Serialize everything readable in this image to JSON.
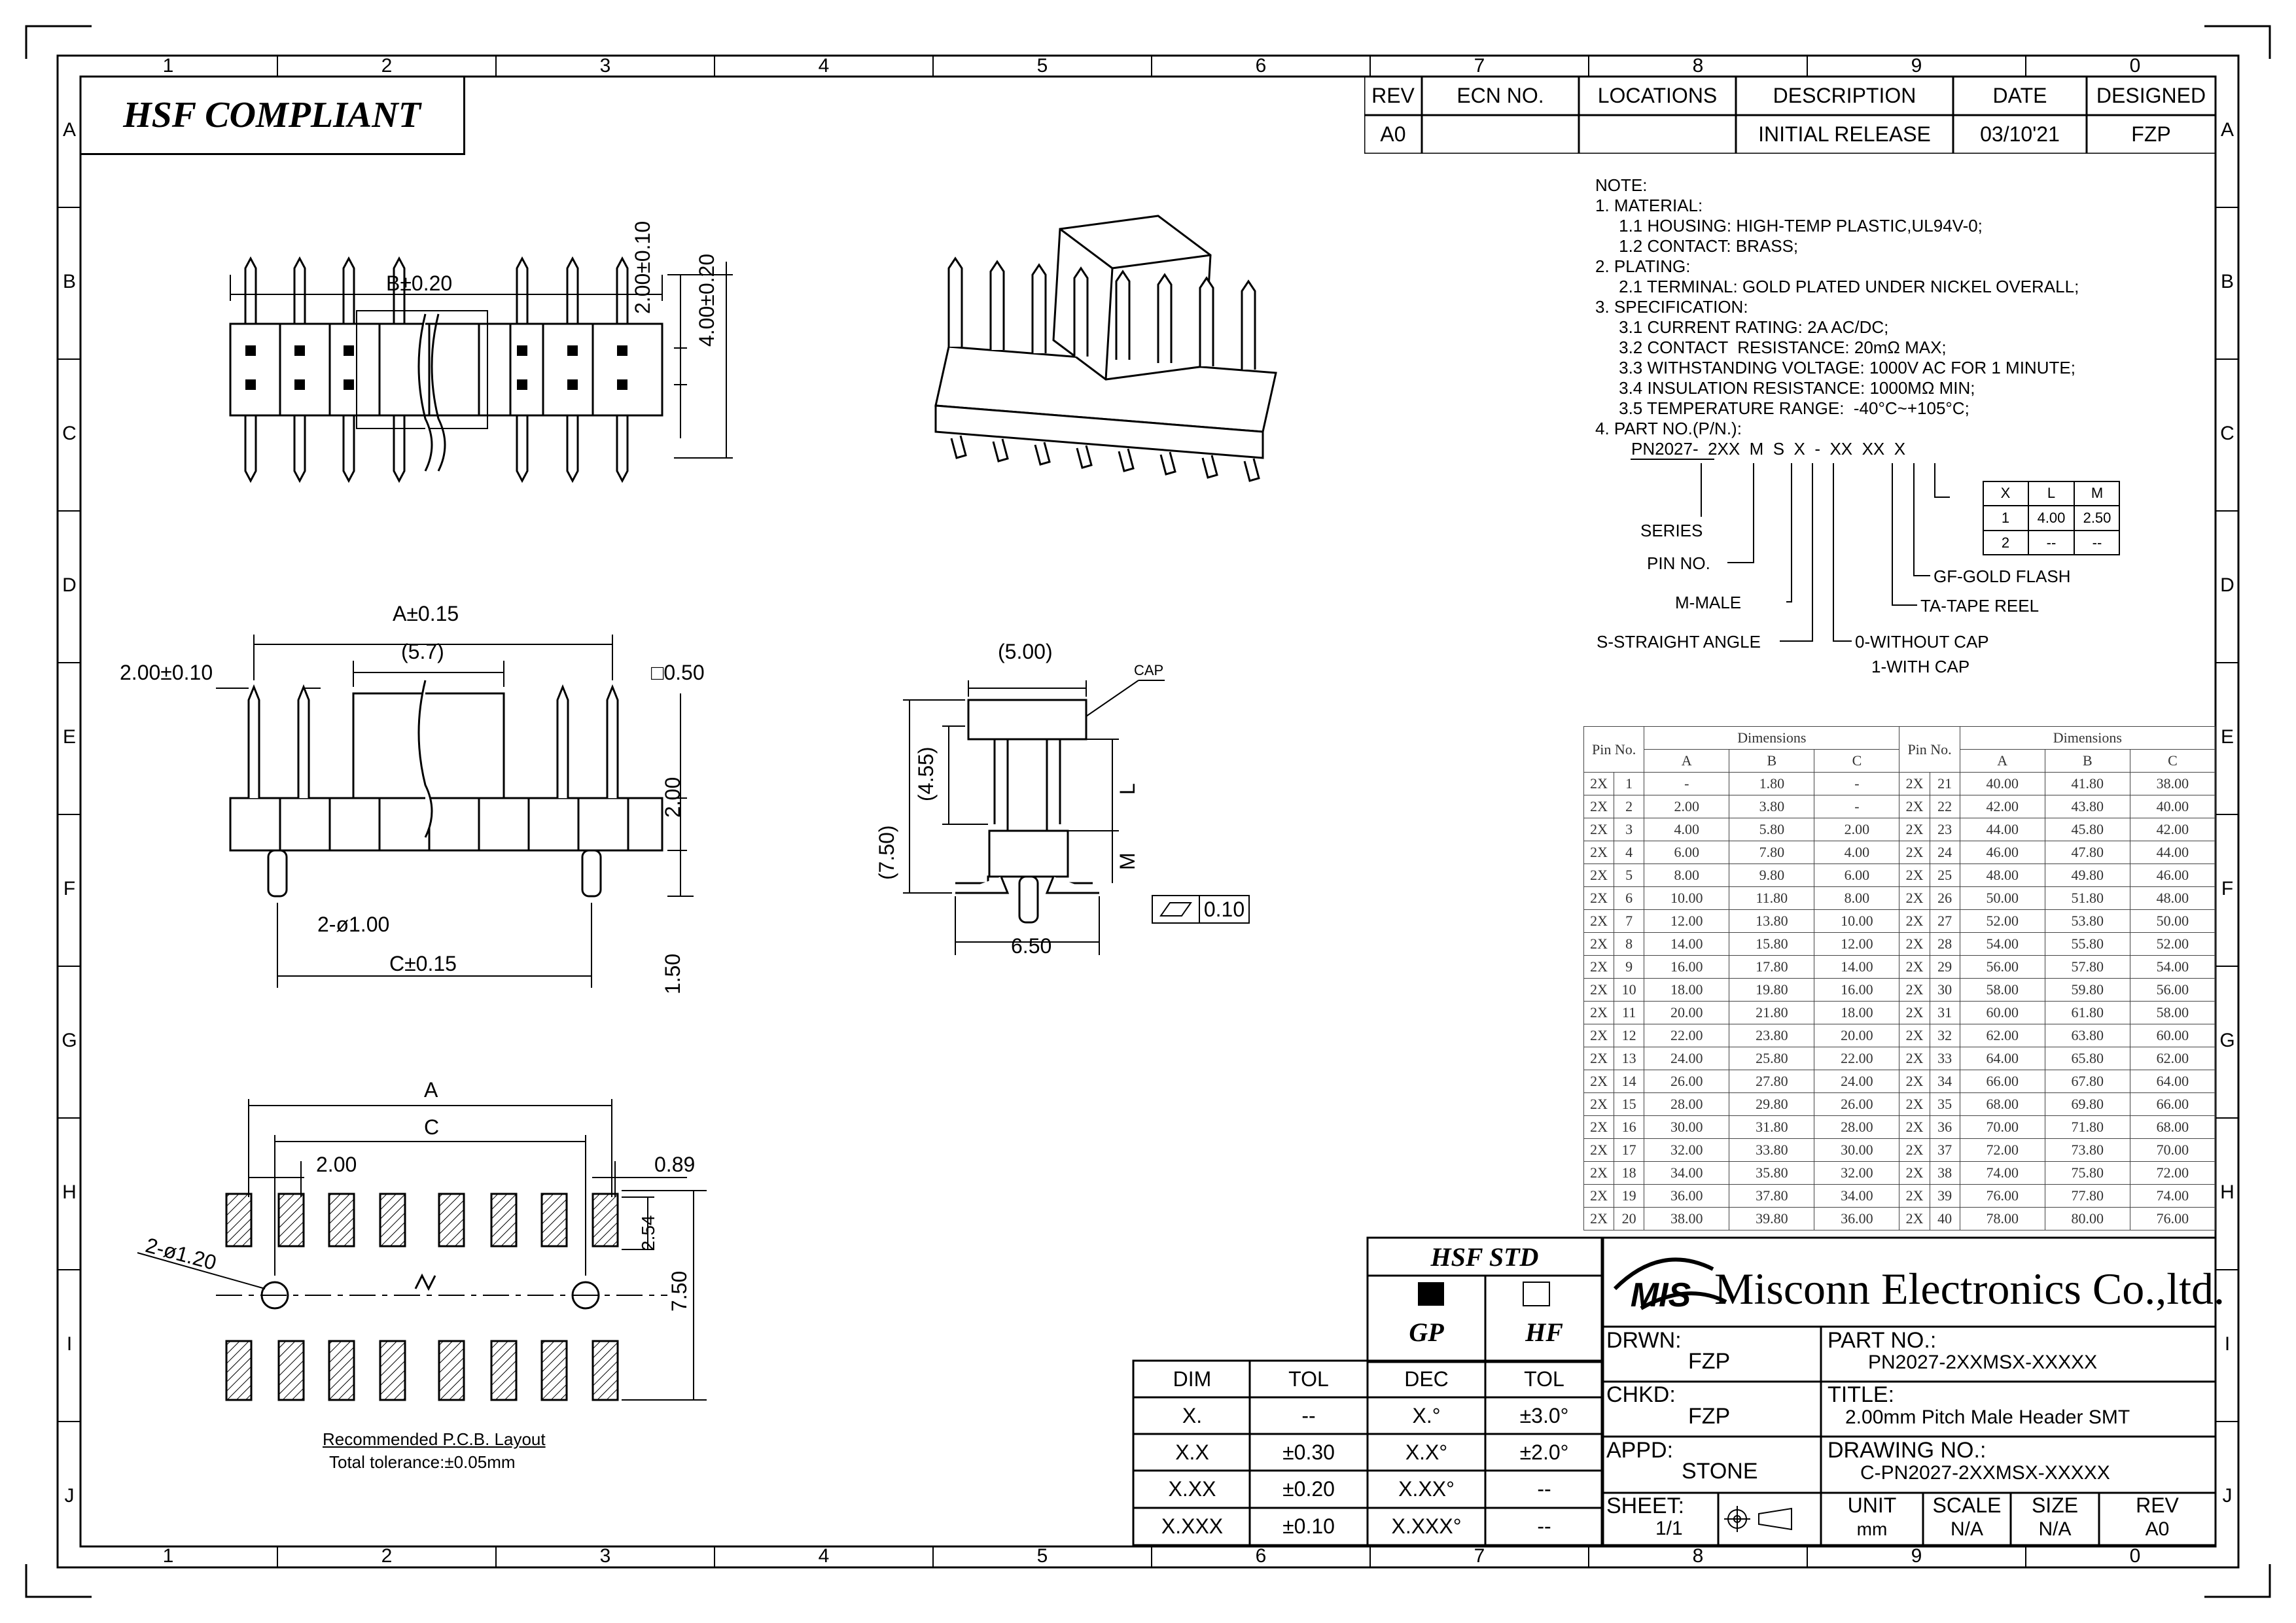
{
  "zones": {
    "cols_top": [
      "1",
      "2",
      "3",
      "4",
      "5",
      "6",
      "7",
      "8",
      "9",
      "0"
    ],
    "cols_bottom": [
      "1",
      "2",
      "3",
      "4",
      "5",
      "6",
      "7",
      "8",
      "9",
      "0"
    ],
    "rows": [
      "A",
      "B",
      "C",
      "D",
      "E",
      "F",
      "G",
      "H",
      "I",
      "J"
    ]
  },
  "compliance": "HSF  COMPLIANT",
  "revision_table": {
    "headers": [
      "REV",
      "ECN NO.",
      "LOCATIONS",
      "DESCRIPTION",
      "DATE",
      "DESIGNED"
    ],
    "row": [
      "A0",
      "",
      "",
      "INITIAL RELEASE",
      "03/10'21",
      "FZP"
    ]
  },
  "notes": [
    "NOTE:",
    "1. MATERIAL:",
    "     1.1 HOUSING: HIGH-TEMP PLASTIC,UL94V-0;",
    "     1.2 CONTACT: BRASS;",
    "2. PLATING:",
    "     2.1 TERMINAL: GOLD PLATED UNDER NICKEL OVERALL;",
    "3. SPECIFICATION:",
    "     3.1 CURRENT RATING: 2A AC/DC;",
    "     3.2 CONTACT  RESISTANCE: 20mΩ MAX;",
    "     3.3 WITHSTANDING VOLTAGE: 1000V AC FOR 1 MINUTE;",
    "     3.4 INSULATION RESISTANCE: 1000MΩ MIN;",
    "     3.5 TEMPERATURE RANGE:  -40°C~+105°C;",
    "4. PART NO.(P/N.):"
  ],
  "part_code": {
    "code": "PN2027-  2XX  M  S  X  -  XX  XX  X",
    "series": "SERIES",
    "pin_no": "PIN NO.",
    "male": "M-MALE",
    "straight": "S-STRAIGHT ANGLE",
    "cap0": "0-WITHOUT CAP",
    "cap1": "1-WITH CAP",
    "tape": "TA-TAPE REEL",
    "gold": "GF-GOLD FLASH",
    "mini_table": {
      "headers": [
        "X",
        "L",
        "M"
      ],
      "rows": [
        [
          "1",
          "4.00",
          "2.50"
        ],
        [
          "2",
          "--",
          "--"
        ]
      ]
    }
  },
  "dims_top": {
    "b": "B±0.20",
    "v1": "2.00±0.10",
    "v2": "4.00±0.20"
  },
  "dims_front": {
    "a": "A±0.15",
    "p": "(5.7)",
    "pitch": "2.00±0.10",
    "sq": "□0.50",
    "h": "2.00",
    "tail": "1.50",
    "holes": "2-ø1.00",
    "c": "C±0.15"
  },
  "dims_side": {
    "w": "(5.00)",
    "cap": "CAP",
    "h1": "(7.50)",
    "h2": "(4.55)",
    "l": "L",
    "m": "M",
    "flat": "0.10",
    "base": "6.50"
  },
  "dims_pcb": {
    "a": "A",
    "c": "C",
    "pitch": "2.00",
    "pad": "0.89",
    "holes": "2-ø1.20",
    "pad_len": "2.54",
    "row": "7.50",
    "caption1": "Recommended P.C.B. Layout",
    "caption2": "Total tolerance:±0.05mm"
  },
  "dimensions_table": {
    "pin_header": "Pin No.",
    "dim_header": "Dimensions",
    "sub": [
      "A",
      "B",
      "C"
    ],
    "left": [
      [
        "2X",
        "1",
        "-",
        "1.80",
        "-"
      ],
      [
        "2X",
        "2",
        "2.00",
        "3.80",
        "-"
      ],
      [
        "2X",
        "3",
        "4.00",
        "5.80",
        "2.00"
      ],
      [
        "2X",
        "4",
        "6.00",
        "7.80",
        "4.00"
      ],
      [
        "2X",
        "5",
        "8.00",
        "9.80",
        "6.00"
      ],
      [
        "2X",
        "6",
        "10.00",
        "11.80",
        "8.00"
      ],
      [
        "2X",
        "7",
        "12.00",
        "13.80",
        "10.00"
      ],
      [
        "2X",
        "8",
        "14.00",
        "15.80",
        "12.00"
      ],
      [
        "2X",
        "9",
        "16.00",
        "17.80",
        "14.00"
      ],
      [
        "2X",
        "10",
        "18.00",
        "19.80",
        "16.00"
      ],
      [
        "2X",
        "11",
        "20.00",
        "21.80",
        "18.00"
      ],
      [
        "2X",
        "12",
        "22.00",
        "23.80",
        "20.00"
      ],
      [
        "2X",
        "13",
        "24.00",
        "25.80",
        "22.00"
      ],
      [
        "2X",
        "14",
        "26.00",
        "27.80",
        "24.00"
      ],
      [
        "2X",
        "15",
        "28.00",
        "29.80",
        "26.00"
      ],
      [
        "2X",
        "16",
        "30.00",
        "31.80",
        "28.00"
      ],
      [
        "2X",
        "17",
        "32.00",
        "33.80",
        "30.00"
      ],
      [
        "2X",
        "18",
        "34.00",
        "35.80",
        "32.00"
      ],
      [
        "2X",
        "19",
        "36.00",
        "37.80",
        "34.00"
      ],
      [
        "2X",
        "20",
        "38.00",
        "39.80",
        "36.00"
      ]
    ],
    "right": [
      [
        "2X",
        "21",
        "40.00",
        "41.80",
        "38.00"
      ],
      [
        "2X",
        "22",
        "42.00",
        "43.80",
        "40.00"
      ],
      [
        "2X",
        "23",
        "44.00",
        "45.80",
        "42.00"
      ],
      [
        "2X",
        "24",
        "46.00",
        "47.80",
        "44.00"
      ],
      [
        "2X",
        "25",
        "48.00",
        "49.80",
        "46.00"
      ],
      [
        "2X",
        "26",
        "50.00",
        "51.80",
        "48.00"
      ],
      [
        "2X",
        "27",
        "52.00",
        "53.80",
        "50.00"
      ],
      [
        "2X",
        "28",
        "54.00",
        "55.80",
        "52.00"
      ],
      [
        "2X",
        "29",
        "56.00",
        "57.80",
        "54.00"
      ],
      [
        "2X",
        "30",
        "58.00",
        "59.80",
        "56.00"
      ],
      [
        "2X",
        "31",
        "60.00",
        "61.80",
        "58.00"
      ],
      [
        "2X",
        "32",
        "62.00",
        "63.80",
        "60.00"
      ],
      [
        "2X",
        "33",
        "64.00",
        "65.80",
        "62.00"
      ],
      [
        "2X",
        "34",
        "66.00",
        "67.80",
        "64.00"
      ],
      [
        "2X",
        "35",
        "68.00",
        "69.80",
        "66.00"
      ],
      [
        "2X",
        "36",
        "70.00",
        "71.80",
        "68.00"
      ],
      [
        "2X",
        "37",
        "72.00",
        "73.80",
        "70.00"
      ],
      [
        "2X",
        "38",
        "74.00",
        "75.80",
        "72.00"
      ],
      [
        "2X",
        "39",
        "76.00",
        "77.80",
        "74.00"
      ],
      [
        "2X",
        "40",
        "78.00",
        "80.00",
        "76.00"
      ]
    ]
  },
  "hsf_std": {
    "title": "HSF  STD",
    "gp": "GP",
    "hf": "HF"
  },
  "tolerance_table": {
    "headers": [
      "DIM",
      "TOL",
      "DEC",
      "TOL"
    ],
    "rows": [
      [
        "X.",
        "--",
        "X.°",
        "±3.0°"
      ],
      [
        "X.X",
        "±0.30",
        "X.X°",
        "±2.0°"
      ],
      [
        "X.XX",
        "±0.20",
        "X.XX°",
        "--"
      ],
      [
        "X.XXX",
        "±0.10",
        "X.XXX°",
        "--"
      ]
    ]
  },
  "title_block": {
    "logo": "MIS",
    "company": "Misconn Electronics Co.,ltd.",
    "drwn_label": "DRWN:",
    "drwn": "FZP",
    "chkd_label": "CHKD:",
    "chkd": "FZP",
    "appd_label": "APPD:",
    "appd": "STONE",
    "part_label": "PART  NO.:",
    "part": "PN2027-2XXMSX-XXXXX",
    "title_label": "TITLE:",
    "title": "2.00mm  Pitch  Male  Header  SMT",
    "drawing_label": "DRAWING  NO.:",
    "drawing": "C-PN2027-2XXMSX-XXXXX",
    "sheet_label": "SHEET:",
    "sheet": "1/1",
    "unit_label": "UNIT",
    "unit": "mm",
    "scale_label": "SCALE",
    "scale": "N/A",
    "size_label": "SIZE",
    "size": "N/A",
    "rev_label": "REV",
    "rev": "A0"
  }
}
